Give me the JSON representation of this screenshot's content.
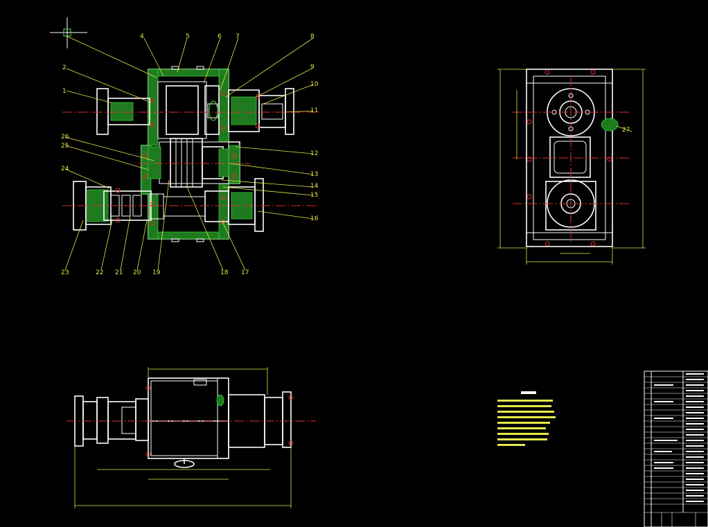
{
  "section_view": {
    "part_labels": [
      {
        "id": "p1",
        "text": "1"
      },
      {
        "id": "p2",
        "text": "2"
      },
      {
        "id": "p4",
        "text": "4"
      },
      {
        "id": "p5",
        "text": "5"
      },
      {
        "id": "p6",
        "text": "6"
      },
      {
        "id": "p7",
        "text": "7"
      },
      {
        "id": "p8",
        "text": "8"
      },
      {
        "id": "p9",
        "text": "9"
      },
      {
        "id": "p10",
        "text": "10"
      },
      {
        "id": "p11",
        "text": "11"
      },
      {
        "id": "p12",
        "text": "12"
      },
      {
        "id": "p13",
        "text": "13"
      },
      {
        "id": "p14",
        "text": "14"
      },
      {
        "id": "p15",
        "text": "15"
      },
      {
        "id": "p16",
        "text": "16"
      },
      {
        "id": "p17",
        "text": "17"
      },
      {
        "id": "p18",
        "text": "18"
      },
      {
        "id": "p19",
        "text": "19"
      },
      {
        "id": "p20",
        "text": "20"
      },
      {
        "id": "p21",
        "text": "21"
      },
      {
        "id": "p22",
        "text": "22"
      },
      {
        "id": "p23",
        "text": "23"
      },
      {
        "id": "p24",
        "text": "24"
      },
      {
        "id": "p25",
        "text": "25"
      },
      {
        "id": "p26",
        "text": "26"
      }
    ]
  },
  "side_view": {
    "part_labels": [
      {
        "id": "p27",
        "text": "27"
      }
    ]
  },
  "colors": {
    "outline": "#ffffff",
    "dimension": "#e8e84a",
    "centerline": "#e03030",
    "hatch": "#39c939",
    "background": "#000000"
  }
}
